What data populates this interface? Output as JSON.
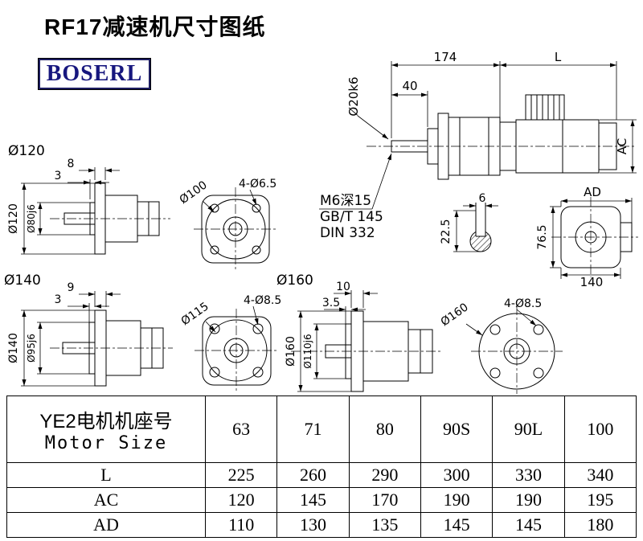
{
  "page": {
    "title": "RF17减速机尺寸图纸",
    "logo": "BOSERL"
  },
  "main_view": {
    "dim_total": "174",
    "dim_motor": "L",
    "dim_shaft_len": "40",
    "dim_shaft_dia": "Ø20k6",
    "dim_ac": "AC",
    "dim_ad": "AD",
    "note1": "M6深15",
    "note2": "GB/T 145",
    "note3": "DIN 332",
    "key_width": "6",
    "key_depth": "22.5",
    "end_height": "76.5",
    "end_width": "140"
  },
  "size120": {
    "label": "Ø120",
    "dim_flange_t": "8",
    "dim_spigot_t": "3",
    "dim_flange_dia": "Ø120",
    "dim_spigot_dia": "Ø80j6",
    "holes": "4-Ø6.5",
    "bolt_circle": "Ø100"
  },
  "size140": {
    "label": "Ø140",
    "dim_flange_t": "9",
    "dim_spigot_t": "3",
    "dim_flange_dia": "Ø140",
    "dim_spigot_dia": "Ø95j6",
    "holes": "4-Ø8.5",
    "bolt_circle": "Ø115"
  },
  "size160": {
    "label": "Ø160",
    "dim_flange_t": "10",
    "dim_spigot_t": "3.5",
    "dim_flange_dia": "Ø160",
    "dim_spigot_dia": "Ø110j6",
    "holes": "4-Ø8.5",
    "bolt_circle": "Ø160"
  },
  "table": {
    "header_cn": "YE2电机机座号",
    "header_en": "Motor Size",
    "columns": [
      "63",
      "71",
      "80",
      "90S",
      "90L",
      "100"
    ],
    "rows": [
      {
        "label": "L",
        "values": [
          "225",
          "260",
          "290",
          "300",
          "330",
          "340"
        ]
      },
      {
        "label": "AC",
        "values": [
          "120",
          "145",
          "170",
          "190",
          "190",
          "195"
        ]
      },
      {
        "label": "AD",
        "values": [
          "110",
          "130",
          "135",
          "145",
          "145",
          "180"
        ]
      }
    ]
  }
}
